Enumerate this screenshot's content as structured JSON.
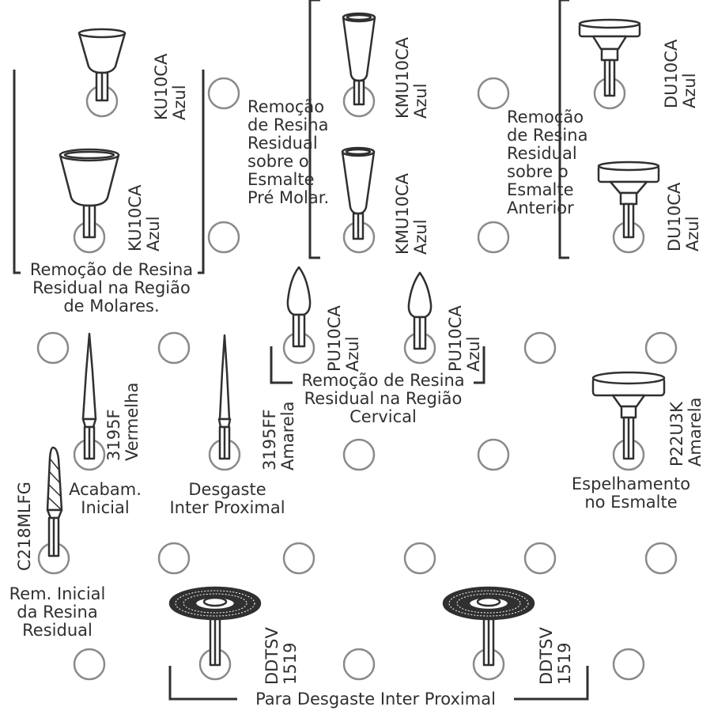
{
  "colors": {
    "ink": "#303030",
    "hole": "#8a8a8a",
    "background": "#ffffff"
  },
  "labels": {
    "ku1": {
      "code": "KU10CA",
      "color": "Azul"
    },
    "ku2": {
      "code": "KU10CA",
      "color": "Azul"
    },
    "kmu1": {
      "code": "KMU10CA",
      "color": "Azul"
    },
    "kmu2": {
      "code": "KMU10CA",
      "color": "Azul"
    },
    "du1": {
      "code": "DU10CA",
      "color": "Azul"
    },
    "du2": {
      "code": "DU10CA",
      "color": "Azul"
    },
    "pu1": {
      "code": "PU10CA",
      "color": "Azul"
    },
    "pu2": {
      "code": "PU10CA",
      "color": "Azul"
    },
    "f3195": {
      "code": "3195F",
      "color": "Vermelha"
    },
    "ff3195": {
      "code": "3195FF",
      "color": "Amarela"
    },
    "p22": {
      "code": "P22U3K",
      "color": "Amarela"
    },
    "c218": {
      "code": "C218MLFG"
    },
    "ddt1": {
      "code": "DDTSV",
      "num": "1519"
    },
    "ddt2": {
      "code": "DDTSV",
      "num": "1519"
    }
  },
  "groups": {
    "molares": [
      "Remoção de Resina",
      "Residual na Região",
      "de Molares."
    ],
    "pre_molar": [
      "Remoção",
      "de Resina",
      "Residual",
      "sobre o",
      "Esmalte",
      "Pré Molar."
    ],
    "anterior": [
      "Remoção",
      "de Resina",
      "Residual",
      "sobre o",
      "Esmalte",
      "Anterior"
    ],
    "cervical": [
      "Remoção de Resina",
      "Residual na Região",
      "Cervical"
    ],
    "acabam": [
      "Acabam.",
      "Inicial"
    ],
    "desgaste": [
      "Desgaste",
      "Inter Proximal"
    ],
    "espelhamento": [
      "Espelhamento",
      "no Esmalte"
    ],
    "rem_inicial": [
      "Rem. Inicial",
      "da Resina",
      "Residual"
    ],
    "para_desgaste": "Para Desgaste Inter Proximal"
  }
}
